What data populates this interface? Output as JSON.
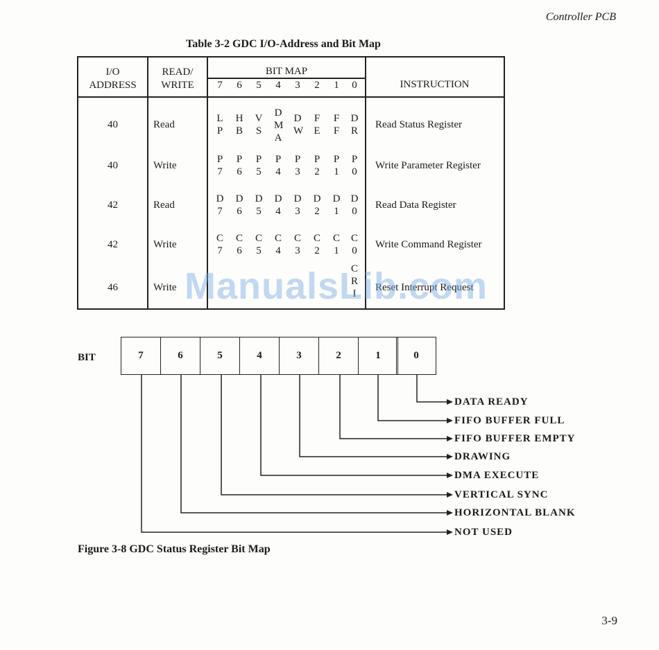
{
  "page": {
    "header": "Controller PCB",
    "page_number": "3-9",
    "watermark": "ManualsLib.com"
  },
  "table": {
    "title": "Table 3-2  GDC I/O-Address and Bit Map",
    "headers": {
      "io_line1": "I/O",
      "io_line2": "ADDRESS",
      "rw_line1": "READ/",
      "rw_line2": "WRITE",
      "bitmap": "BIT MAP",
      "bit_numbers": [
        "7",
        "6",
        "5",
        "4",
        "3",
        "2",
        "1",
        "0"
      ],
      "instruction": "INSTRUCTION"
    },
    "rows": [
      {
        "address": "40",
        "rw": "Read",
        "bits": [
          [
            "L",
            "P"
          ],
          [
            "H",
            "B"
          ],
          [
            "V",
            "S"
          ],
          [
            "D",
            "M",
            "A"
          ],
          [
            "D",
            "W"
          ],
          [
            "F",
            "E"
          ],
          [
            "F",
            "F"
          ],
          [
            "D",
            "R"
          ]
        ],
        "instruction": "Read Status Register"
      },
      {
        "address": "40",
        "rw": "Write",
        "bits": [
          [
            "P",
            "7"
          ],
          [
            "P",
            "6"
          ],
          [
            "P",
            "5"
          ],
          [
            "P",
            "4"
          ],
          [
            "P",
            "3"
          ],
          [
            "P",
            "2"
          ],
          [
            "P",
            "1"
          ],
          [
            "P",
            "0"
          ]
        ],
        "instruction": "Write Parameter Register"
      },
      {
        "address": "42",
        "rw": "Read",
        "bits": [
          [
            "D",
            "7"
          ],
          [
            "D",
            "6"
          ],
          [
            "D",
            "5"
          ],
          [
            "D",
            "4"
          ],
          [
            "D",
            "3"
          ],
          [
            "D",
            "2"
          ],
          [
            "D",
            "1"
          ],
          [
            "D",
            "0"
          ]
        ],
        "instruction": "Read Data Register"
      },
      {
        "address": "42",
        "rw": "Write",
        "bits": [
          [
            "C",
            "7"
          ],
          [
            "C",
            "6"
          ],
          [
            "C",
            "5"
          ],
          [
            "C",
            "4"
          ],
          [
            "C",
            "3"
          ],
          [
            "C",
            "2"
          ],
          [
            "C",
            "1"
          ],
          [
            "C",
            "0"
          ]
        ],
        "instruction": "Write Command Register"
      },
      {
        "address": "46",
        "rw": "Write",
        "bits": [
          [],
          [],
          [],
          [],
          [],
          [],
          [],
          [
            "C",
            "R",
            "I"
          ]
        ],
        "instruction": "Reset Interrupt Request"
      }
    ]
  },
  "figure": {
    "bit_label": "BIT",
    "bits": [
      "7",
      "6",
      "5",
      "4",
      "3",
      "2",
      "1",
      "0"
    ],
    "labels": [
      {
        "bit": "0",
        "text": "DATA READY"
      },
      {
        "bit": "1",
        "text": "FIFO BUFFER FULL"
      },
      {
        "bit": "2",
        "text": "FIFO BUFFER EMPTY"
      },
      {
        "bit": "3",
        "text": "DRAWING"
      },
      {
        "bit": "4",
        "text": "DMA EXECUTE"
      },
      {
        "bit": "5",
        "text": "VERTICAL SYNC"
      },
      {
        "bit": "6",
        "text": "HORIZONTAL BLANK"
      },
      {
        "bit": "7",
        "text": "NOT USED"
      }
    ],
    "caption": "Figure 3-8  GDC Status Register Bit Map"
  }
}
